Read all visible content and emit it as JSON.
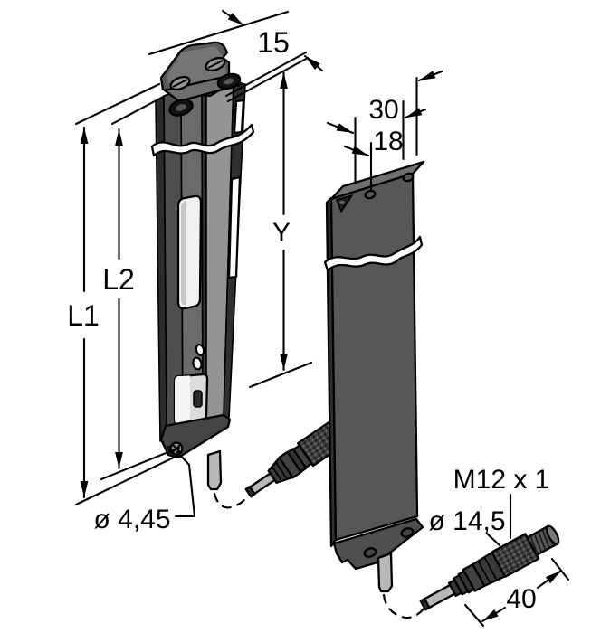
{
  "drawing": {
    "title": "Light screen sensor pair - dimensional drawing",
    "background": "#ffffff",
    "line_color": "#000000",
    "colors": {
      "body_dark": "#303030",
      "body_mid": "#4f4f4f",
      "body_face": "#6b6b6b",
      "body_bright": "#949494",
      "bracket": "#5a5a5a",
      "window_white": "#f1f1f1",
      "cable_gray": "#b8b8b8"
    },
    "dimensions": {
      "depth": "15",
      "housing_width": "30",
      "window_width": "18",
      "sensing_length": "Y",
      "length_inner": "L2",
      "length_overall": "L1",
      "mounting_hole": "ø 4,45",
      "thread_spec": "M12 x 1",
      "connector_diameter": "ø 14,5",
      "connector_length": "40"
    }
  }
}
